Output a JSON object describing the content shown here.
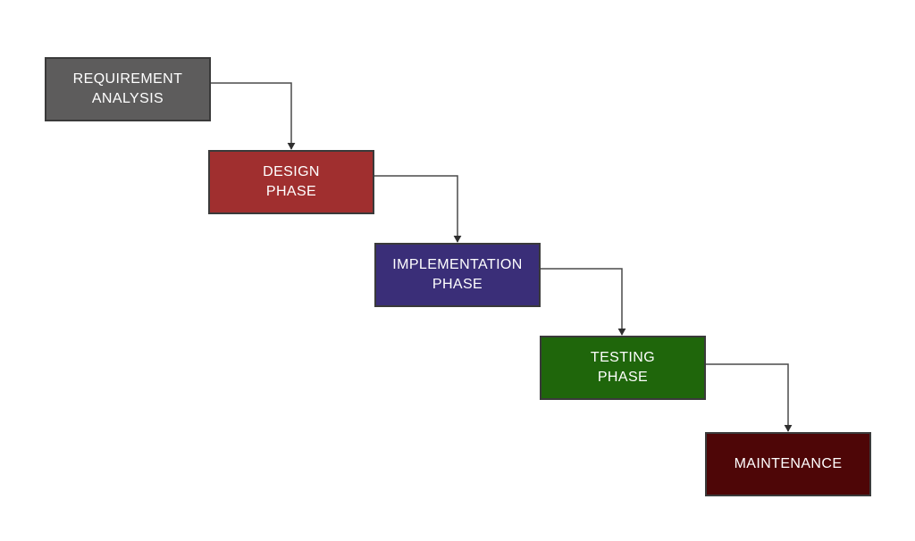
{
  "diagram": {
    "kind": "waterfall-flowchart",
    "background": "#ffffff",
    "connector_color": "#4a4a4a",
    "arrow_color": "#2f2f2f",
    "box_border_color": "#3a3a3a",
    "text_color": "#ffffff",
    "phases": [
      {
        "id": "requirement-analysis",
        "label": "REQUIREMENT\nANALYSIS",
        "fill": "#5d5c5c"
      },
      {
        "id": "design-phase",
        "label": "DESIGN\nPHASE",
        "fill": "#a02f2f"
      },
      {
        "id": "implementation-phase",
        "label": "IMPLEMENTATION\nPHASE",
        "fill": "#3a2e78"
      },
      {
        "id": "testing-phase",
        "label": "TESTING\nPHASE",
        "fill": "#1f660b"
      },
      {
        "id": "maintenance",
        "label": "MAINTENANCE",
        "fill": "#4e0607"
      }
    ]
  }
}
